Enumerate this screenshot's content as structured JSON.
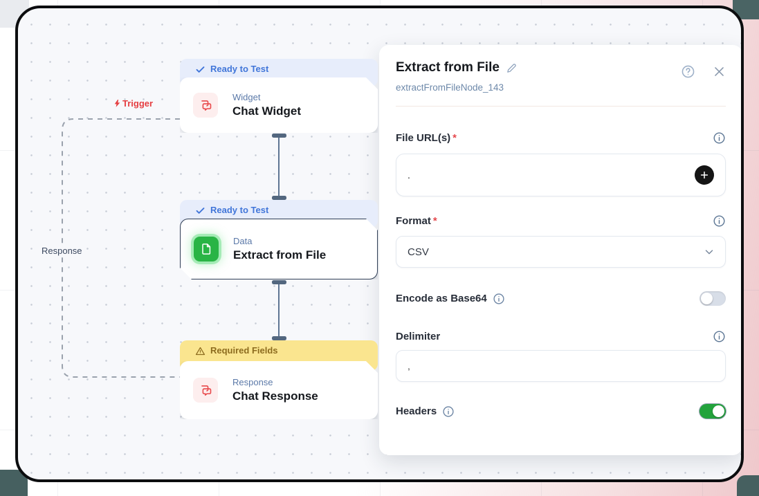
{
  "canvas": {
    "trigger_label": "Trigger",
    "response_label": "Response",
    "nodes": [
      {
        "badge": "Ready to Test",
        "category": "Widget",
        "title": "Chat Widget"
      },
      {
        "badge": "Ready to Test",
        "category": "Data",
        "title": "Extract from File"
      },
      {
        "badge": "Required Fields",
        "category": "Response",
        "title": "Chat Response"
      }
    ]
  },
  "panel": {
    "title": "Extract from File",
    "node_id": "extractFromFileNode_143",
    "required_marker": "*",
    "file_urls": {
      "label": "File URL(s)",
      "value": "."
    },
    "format": {
      "label": "Format",
      "value": "CSV"
    },
    "encode_base64": {
      "label": "Encode as Base64",
      "enabled": false
    },
    "delimiter": {
      "label": "Delimiter",
      "value": ","
    },
    "headers": {
      "label": "Headers",
      "enabled": true
    }
  },
  "colors": {
    "accent_blue": "#4176d9",
    "badge_ready_bg": "#e7edfb",
    "badge_warning_bg": "#fae58f",
    "badge_warning_text": "#8d6c1f",
    "node_icon_red": "#e8484a",
    "node_icon_green": "#29b445",
    "toggle_on_green": "#23a33c",
    "trigger_red": "#e53e41",
    "connector_slate": "#5f7693"
  }
}
